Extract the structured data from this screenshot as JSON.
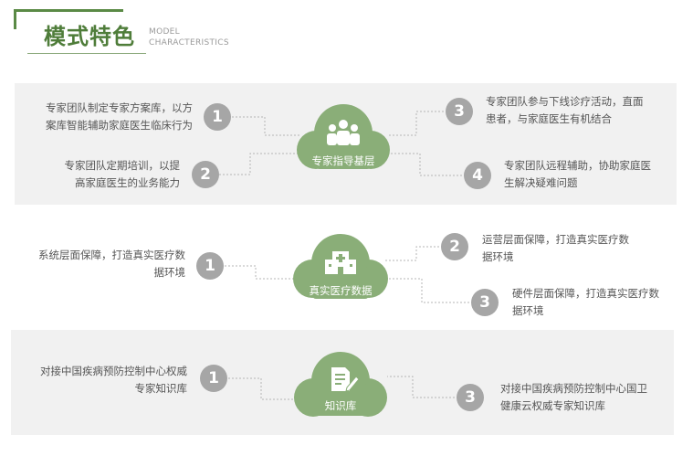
{
  "header": {
    "title": "模式特色",
    "subtitle_line1": "MODEL",
    "subtitle_line2": "CHARACTERISTICS"
  },
  "colors": {
    "accent": "#4f7d3a",
    "cloud": "#8aae78",
    "badge": "#a6a6a6",
    "panel": "#f1f1f1"
  },
  "section1": {
    "hub_label": "专家指导基层",
    "hub_icon": "people-group-icon",
    "items": [
      {
        "num": "1",
        "line1": "专家团队制定专家方案库，以方",
        "line2": "案库智能辅助家庭医生临床行为"
      },
      {
        "num": "2",
        "line1": "专家团队定期培训，以提",
        "line2": "高家庭医生的业务能力"
      },
      {
        "num": "3",
        "line1": "专家团队参与下线诊疗活动，直面",
        "line2": "患者，与家庭医生有机结合"
      },
      {
        "num": "4",
        "line1": "专家团队远程辅助，协助家庭医",
        "line2": "生解决疑难问题"
      }
    ]
  },
  "section2": {
    "hub_label": "真实医疗数据",
    "hub_icon": "hospital-building-icon",
    "items": [
      {
        "num": "1",
        "line1": "系统层面保障，打造真实医疗数",
        "line2": "据环境"
      },
      {
        "num": "2",
        "line1": "运营层面保障，打造真实医疗数",
        "line2": "据环境"
      },
      {
        "num": "3",
        "line1": "硬件层面保障，打造真实医疗数",
        "line2": "据环境"
      }
    ]
  },
  "section3": {
    "hub_label": "知识库",
    "hub_icon": "document-edit-icon",
    "items": [
      {
        "num": "1",
        "line1": "对接中国疾病预防控制中心权威",
        "line2": "专家知识库"
      },
      {
        "num": "3",
        "line1": "对接中国疾病预防控制中心国卫",
        "line2": "健康云权威专家知识库"
      }
    ]
  }
}
